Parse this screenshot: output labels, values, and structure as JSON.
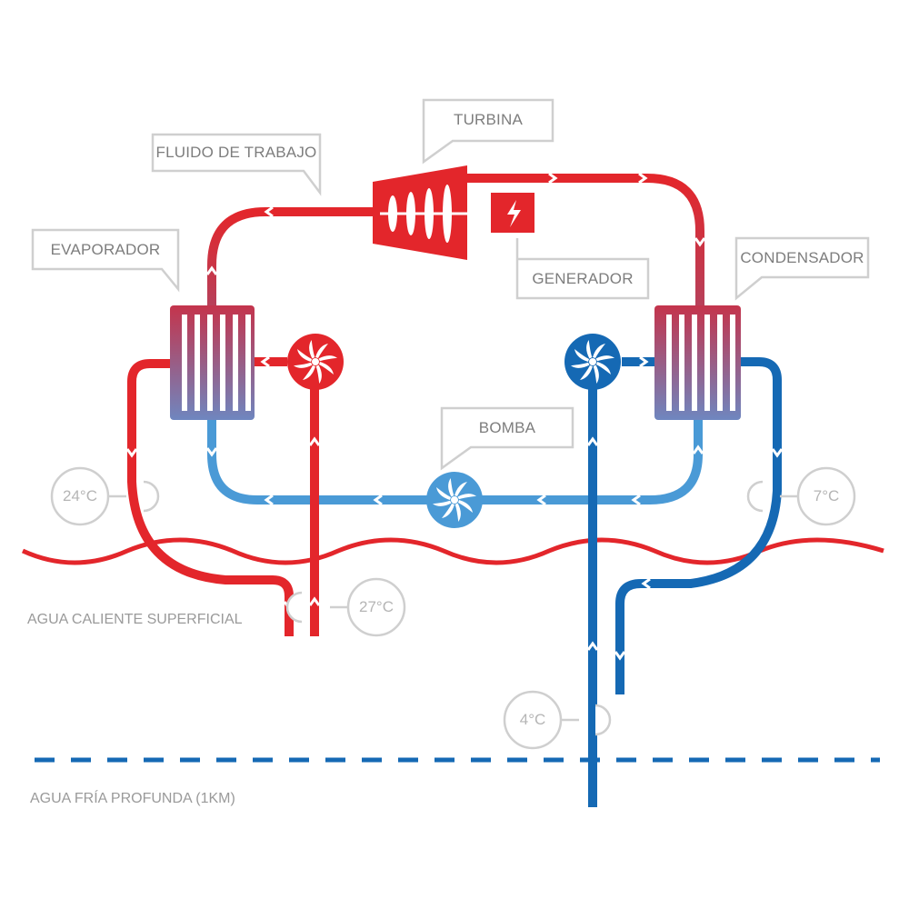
{
  "labels": {
    "turbina": "TURBINA",
    "fluido": "FLUIDO DE TRABAJO",
    "evaporador": "EVAPORADOR",
    "generador": "GENERADOR",
    "condensador": "CONDENSADOR",
    "bomba": "BOMBA"
  },
  "temperatures": {
    "surface_left": "24°C",
    "surface_intake": "27°C",
    "cold_return": "7°C",
    "deep_intake": "4°C"
  },
  "zones": {
    "surface": "AGUA CALIENTE SUPERFICIAL",
    "deep": "AGUA FRÍA PROFUNDA (1KM)"
  },
  "colors": {
    "hot": "#e3262b",
    "cold_light": "#4a9ad6",
    "cold_dark": "#1569b4",
    "label_border": "#cfcfcf",
    "label_text": "#7d7d7d"
  },
  "icons": [
    "turbine-icon",
    "lightning-icon",
    "pump-icon",
    "heat-exchanger-icon"
  ]
}
